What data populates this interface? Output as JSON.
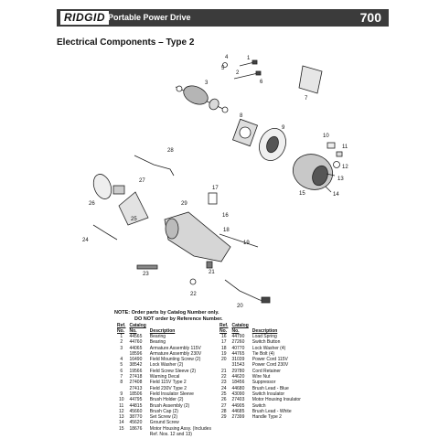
{
  "header": {
    "brand": "RIDGID",
    "product": "Portable Power Drive",
    "model": "700"
  },
  "section_title": "Electrical Components – Type 2",
  "callouts": [
    "1",
    "2",
    "3",
    "4",
    "5",
    "6",
    "7",
    "8",
    "9",
    "10",
    "11",
    "12",
    "13",
    "14",
    "15",
    "16",
    "17",
    "18",
    "19",
    "20",
    "21",
    "22",
    "23",
    "24",
    "25",
    "26",
    "27",
    "28",
    "29"
  ],
  "note": {
    "line1": "NOTE: Order parts by Catalog Number only.",
    "line2": "DO NOT order by Reference Number."
  },
  "table_headers": {
    "ref": "Ref.\nNo.",
    "catalog": "Catalog\nNo.",
    "description": "Description"
  },
  "parts_left": [
    {
      "ref": "1",
      "catalog": "44565",
      "description": "Bearing"
    },
    {
      "ref": "2",
      "catalog": "44760",
      "description": "Bearing"
    },
    {
      "ref": "3",
      "catalog": "44065",
      "description": "Armature Assembly 115V"
    },
    {
      "ref": "",
      "catalog": "18596",
      "description": "Armature Assembly 230V"
    },
    {
      "ref": "4",
      "catalog": "16490",
      "description": "Field Mounting Screw (2)"
    },
    {
      "ref": "5",
      "catalog": "38542",
      "description": "Lock Washer (2)"
    },
    {
      "ref": "6",
      "catalog": "19566",
      "description": "Field Screw Sleeve (2)"
    },
    {
      "ref": "7",
      "catalog": "27418",
      "description": "Warning Decal"
    },
    {
      "ref": "8",
      "catalog": "27408",
      "description": "Field 115V Type 2"
    },
    {
      "ref": "",
      "catalog": "27413",
      "description": "Field 230V Type 2"
    },
    {
      "ref": "9",
      "catalog": "18506",
      "description": "Field Insulator Sleeve"
    },
    {
      "ref": "10",
      "catalog": "44795",
      "description": "Brush Holder (2)"
    },
    {
      "ref": "11",
      "catalog": "44815",
      "description": "Brush Assembly (2)"
    },
    {
      "ref": "12",
      "catalog": "45660",
      "description": "Brush Cap (2)"
    },
    {
      "ref": "13",
      "catalog": "38770",
      "description": "Set Screw (2)"
    },
    {
      "ref": "14",
      "catalog": "45620",
      "description": "Ground Screw"
    },
    {
      "ref": "15",
      "catalog": "18676",
      "description": "Motor Housing Assy. (Includes"
    },
    {
      "ref": "",
      "catalog": "",
      "description": "Ref. Nos. 12 and 13)"
    }
  ],
  "parts_right": [
    {
      "ref": "16",
      "catalog": "44790",
      "description": "Load Spring"
    },
    {
      "ref": "17",
      "catalog": "27260",
      "description": "Switch Button"
    },
    {
      "ref": "18",
      "catalog": "40770",
      "description": "Lock Washer (4)"
    },
    {
      "ref": "19",
      "catalog": "44765",
      "description": "Tie Bolt (4)"
    },
    {
      "ref": "20",
      "catalog": "31039",
      "description": "Power Cord 115V"
    },
    {
      "ref": "",
      "catalog": "31543",
      "description": "Power Cord 230V"
    },
    {
      "ref": "21",
      "catalog": "29780",
      "description": "Cord Retainer"
    },
    {
      "ref": "22",
      "catalog": "44620",
      "description": "Wire Nut"
    },
    {
      "ref": "23",
      "catalog": "18456",
      "description": "Suppressor"
    },
    {
      "ref": "24",
      "catalog": "44680",
      "description": "Brush Lead - Blue"
    },
    {
      "ref": "25",
      "catalog": "43090",
      "description": "Switch Insulator"
    },
    {
      "ref": "26",
      "catalog": "27403",
      "description": "Motor Housing Insulator"
    },
    {
      "ref": "27",
      "catalog": "44905",
      "description": "Switch"
    },
    {
      "ref": "28",
      "catalog": "44685",
      "description": "Brush Lead - White"
    },
    {
      "ref": "29",
      "catalog": "27399",
      "description": "Handle Type 2"
    }
  ]
}
